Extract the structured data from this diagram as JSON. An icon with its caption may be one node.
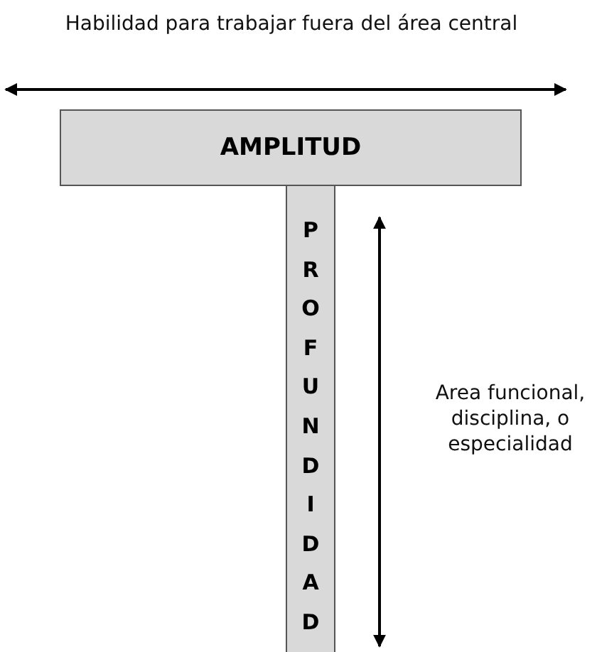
{
  "diagram": {
    "nodes": [
      {
        "text": [
          "AMPLITUD"
        ]
      },
      {
        "text": [
          "PROFUNDIDAD"
        ]
      }
    ],
    "labels": [
      "Habilidad para trabajar fuera del área central",
      "Area funcional, disciplina, o especialidad"
    ]
  }
}
